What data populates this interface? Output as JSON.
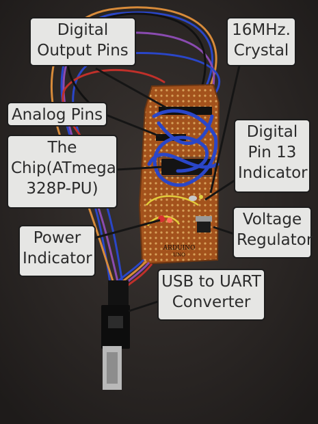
{
  "labels": {
    "digital_output_pins": [
      "Digital",
      "Output Pins"
    ],
    "crystal": [
      "16MHz.",
      "Crystal"
    ],
    "analog_pins": [
      "Analog Pins"
    ],
    "the_chip": [
      "The",
      "Chip(ATmega",
      "328P-PU)"
    ],
    "digital_pin_13": [
      "Digital",
      "Pin 13",
      "Indicator"
    ],
    "voltage_regulator": [
      "Voltage",
      "Regulator"
    ],
    "power_indicator": [
      "Power",
      "Indicator"
    ],
    "usb_uart": [
      "USB to UART",
      "Converter"
    ]
  },
  "board_marking": [
    "ARDUINO",
    "UNO"
  ],
  "colors": {
    "background": "#2a2624",
    "pcb": "#a3521c",
    "wire_blue": "#2a46c8",
    "wire_red": "#c0302a",
    "wire_orange": "#d88b3a",
    "callout_fill": "#e6e6e4"
  }
}
